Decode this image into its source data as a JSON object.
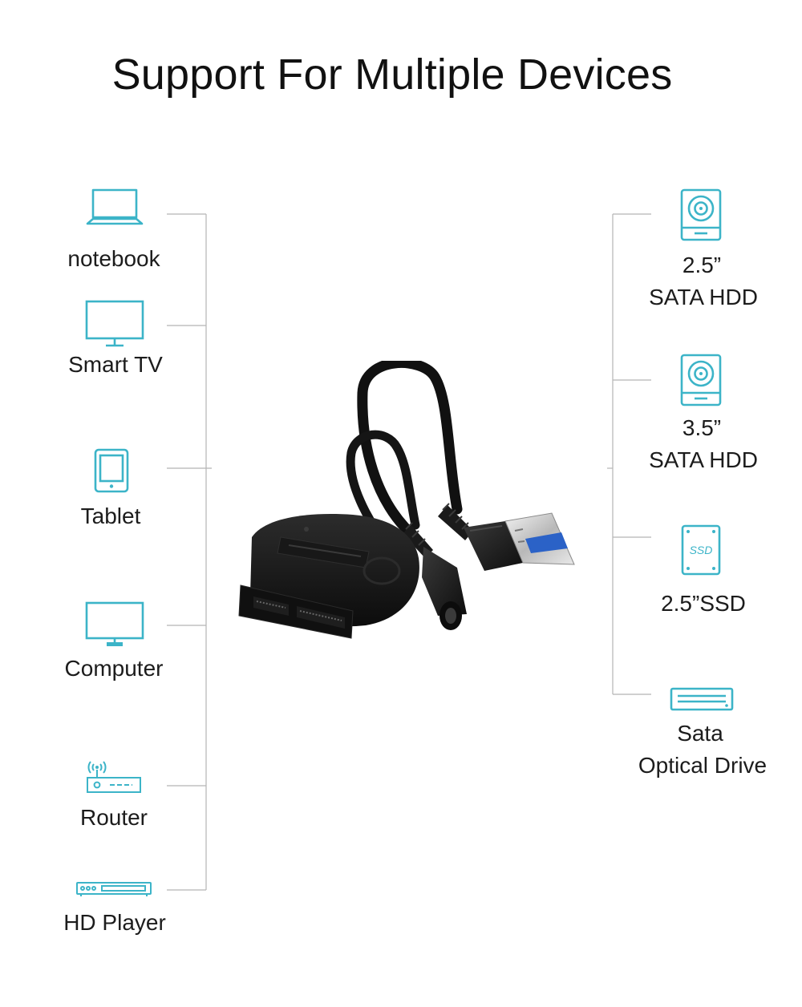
{
  "title": "Support For Multiple Devices",
  "accent_color": "#3cb4c8",
  "line_color": "#b5b5b5",
  "left_devices": [
    {
      "label": "notebook",
      "icon": "laptop-icon"
    },
    {
      "label": "Smart TV",
      "icon": "tv-icon"
    },
    {
      "label": "Tablet",
      "icon": "tablet-icon"
    },
    {
      "label": "Computer",
      "icon": "monitor-icon"
    },
    {
      "label": "Router",
      "icon": "router-icon"
    },
    {
      "label": "HD Player",
      "icon": "media-player-icon"
    }
  ],
  "right_devices": [
    {
      "line1": "2.5”",
      "line2": "SATA HDD",
      "icon": "hard-drive-icon"
    },
    {
      "line1": "3.5”",
      "line2": "SATA HDD",
      "icon": "hard-drive-icon"
    },
    {
      "line1": "2.5”SSD",
      "icon": "ssd-icon",
      "icon_text": "SSD"
    },
    {
      "line1": "Sata",
      "line2": "Optical Drive",
      "icon": "optical-drive-icon"
    }
  ],
  "product": {
    "name": "usb-sata-adapter-cable"
  }
}
